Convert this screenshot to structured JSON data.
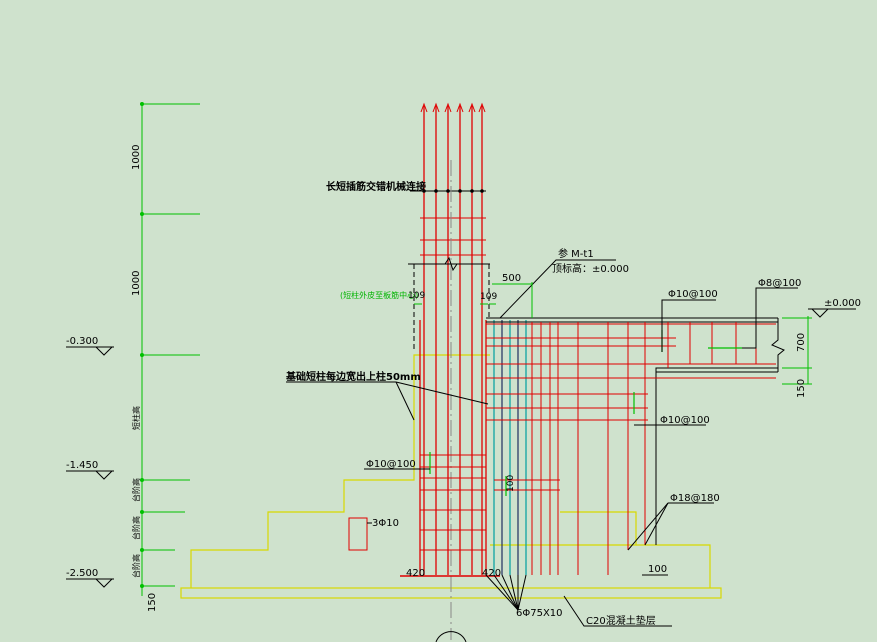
{
  "annotations": {
    "long_rebar_note": "长短插筋交错机械连接",
    "ref": "参 M-t1",
    "top_elev": "顶标高：±0.000",
    "col_note": "(短柱外皮至板筋中心)",
    "widen_note": "基础短柱每边宽出上柱50mm",
    "dim_500": "500",
    "dim_109a": "109",
    "dim_109b": "109",
    "stirrup1": "Φ10@100",
    "stirrup_short": "Φ10@100",
    "stirrup_right": "Φ10@100",
    "bar_8": "Φ8@100",
    "elev_zero": "±0.000",
    "dim_700": "700",
    "dim_150r": "150",
    "three_bars": "3Φ10",
    "dim_100v": "100",
    "bar_18": "Φ18@180",
    "dim_100": "100",
    "dim_420a": "420",
    "dim_420b": "420",
    "six_bars": "6Φ75X10",
    "c20_layer": "C20混凝土垫层"
  },
  "left_dims": {
    "d1": "1000",
    "d2": "1000",
    "short_col": "短柱高",
    "step1": "台阶高",
    "step2": "台阶高",
    "step3": "台阶高",
    "d150": "150"
  },
  "elevations": {
    "e1": "-0.300",
    "e2": "-1.450",
    "e3": "-2.500"
  },
  "colors": {
    "rebar": "#e00000",
    "concrete": "#d8d800",
    "dim": "#00c000",
    "text": "#000000",
    "cyan": "#00b0b0"
  }
}
